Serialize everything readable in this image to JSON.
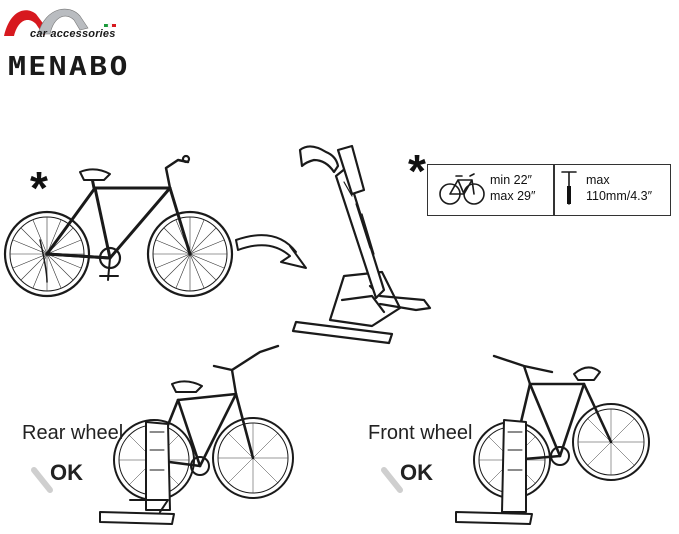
{
  "brand": {
    "name": "MENABO",
    "tagline": "car accessories",
    "colors": {
      "red": "#d7191f",
      "silver": "#b9bcc0"
    }
  },
  "spec": {
    "asterisk": "*",
    "wheel_min": "min 22″",
    "wheel_max": "max 29″",
    "tube_label": "max",
    "tube_value": "110mm/4.3″"
  },
  "bike_asterisk": "*",
  "rear": {
    "label": "Rear wheel",
    "status": "OK"
  },
  "front": {
    "label": "Front wheel",
    "status": "OK"
  }
}
